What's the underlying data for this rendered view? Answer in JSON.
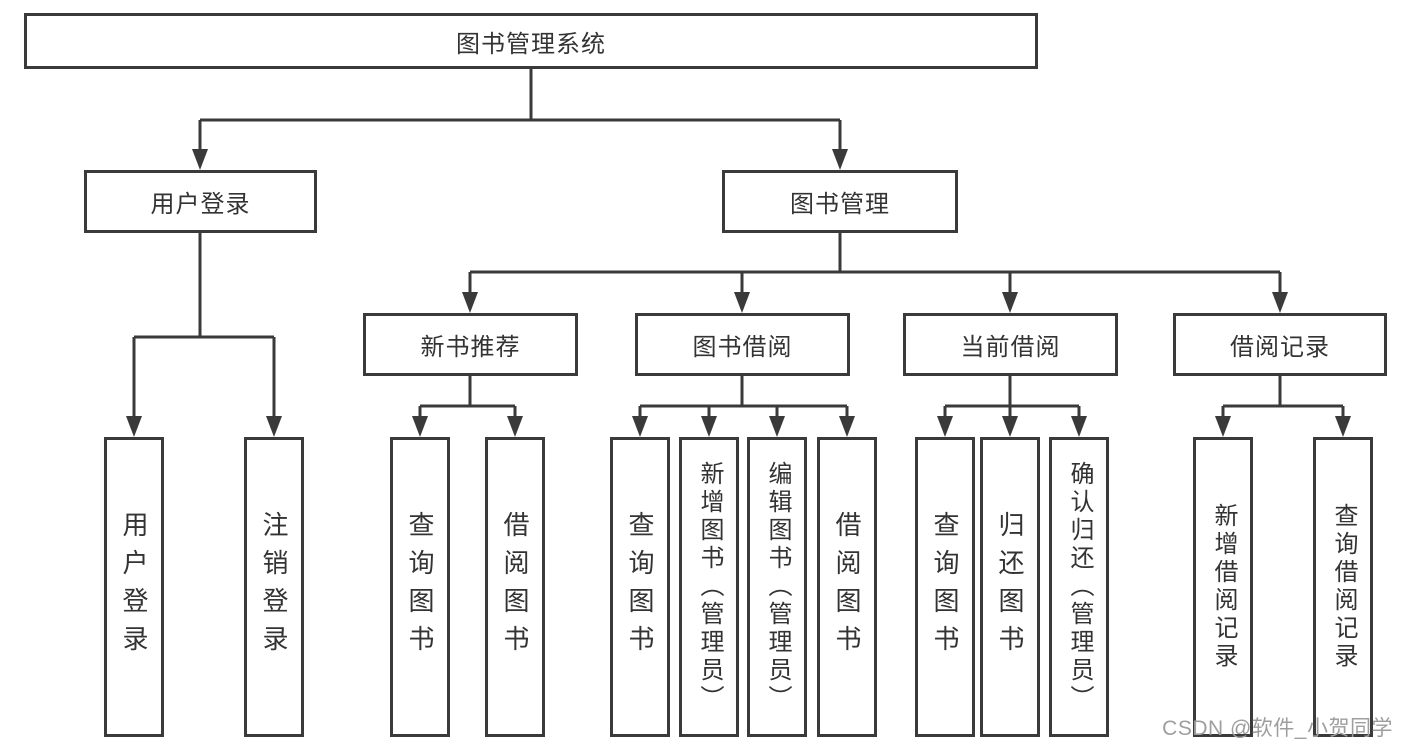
{
  "tree": {
    "label": "图书管理系统",
    "children": [
      {
        "label": "用户登录",
        "children": [
          {
            "label": "用户登录"
          },
          {
            "label": "注销登录"
          }
        ]
      },
      {
        "label": "图书管理",
        "children": [
          {
            "label": "新书推荐",
            "children": [
              {
                "label": "查询图书"
              },
              {
                "label": "借阅图书"
              }
            ]
          },
          {
            "label": "图书借阅",
            "children": [
              {
                "label": "查询图书"
              },
              {
                "label": "新增图书（管理员）"
              },
              {
                "label": "编辑图书（管理员）"
              },
              {
                "label": "借阅图书"
              }
            ]
          },
          {
            "label": "当前借阅",
            "children": [
              {
                "label": "查询图书"
              },
              {
                "label": "归还图书"
              },
              {
                "label": "确认归还（管理员）"
              }
            ]
          },
          {
            "label": "借阅记录",
            "children": [
              {
                "label": "新增借阅记录"
              },
              {
                "label": "查询借阅记录"
              }
            ]
          }
        ]
      }
    ]
  },
  "watermark": "CSDN @软件_小贺同学",
  "colors": {
    "line": "#3a3a3a",
    "box_border": "#3a3a3a",
    "box_background": "#ffffff",
    "text": "#333333",
    "watermark": "#9e9e9e",
    "page_background": "#ffffff"
  }
}
